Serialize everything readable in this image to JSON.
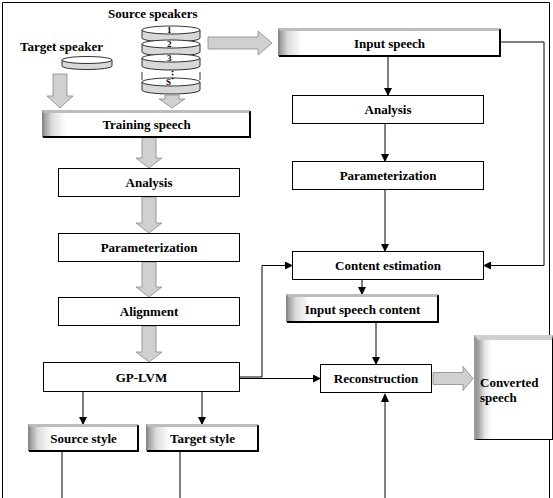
{
  "diagram": {
    "nodes": [
      {
        "text": [
          "Training speech"
        ]
      },
      {
        "text": [
          "Analysis"
        ]
      },
      {
        "text": [
          "Parameterization"
        ]
      },
      {
        "text": [
          "Alignment"
        ]
      },
      {
        "text": [
          "GP-LVM"
        ]
      },
      {
        "text": [
          "Source style"
        ]
      },
      {
        "text": [
          "Target style"
        ]
      },
      {
        "text": [
          "Input speech"
        ]
      },
      {
        "text": [
          "Analysis"
        ]
      },
      {
        "text": [
          "Parameterization"
        ]
      },
      {
        "text": [
          "Content estimation"
        ]
      },
      {
        "text": [
          "Input speech content"
        ]
      },
      {
        "text": [
          "Reconstruction"
        ]
      },
      {
        "text": [
          "Converted speech"
        ]
      }
    ],
    "edges": [
      {
        "from": 0,
        "to": 1,
        "arrow": "to"
      },
      {
        "from": 1,
        "to": 2,
        "arrow": "to"
      },
      {
        "from": 2,
        "to": 3,
        "arrow": "to"
      },
      {
        "from": 3,
        "to": 4,
        "arrow": "to"
      },
      {
        "from": 4,
        "to": 5,
        "arrow": "to"
      },
      {
        "from": 4,
        "to": 6,
        "arrow": "to"
      },
      {
        "from": 4,
        "to": 10,
        "arrow": "to"
      },
      {
        "from": 4,
        "to": 12,
        "arrow": "to"
      },
      {
        "from": 7,
        "to": 8,
        "arrow": "to"
      },
      {
        "from": 8,
        "to": 9,
        "arrow": "to"
      },
      {
        "from": 9,
        "to": 10,
        "arrow": "to"
      },
      {
        "from": 7,
        "to": 10,
        "arrow": "to"
      },
      {
        "from": 10,
        "to": 11,
        "arrow": "to"
      },
      {
        "from": 11,
        "to": 12,
        "arrow": "to"
      },
      {
        "from": 12,
        "to": 13,
        "arrow": "to"
      }
    ],
    "labels": [
      "Source speakers",
      "Target speaker",
      "1",
      "2",
      "3",
      "⋮",
      "S"
    ]
  }
}
